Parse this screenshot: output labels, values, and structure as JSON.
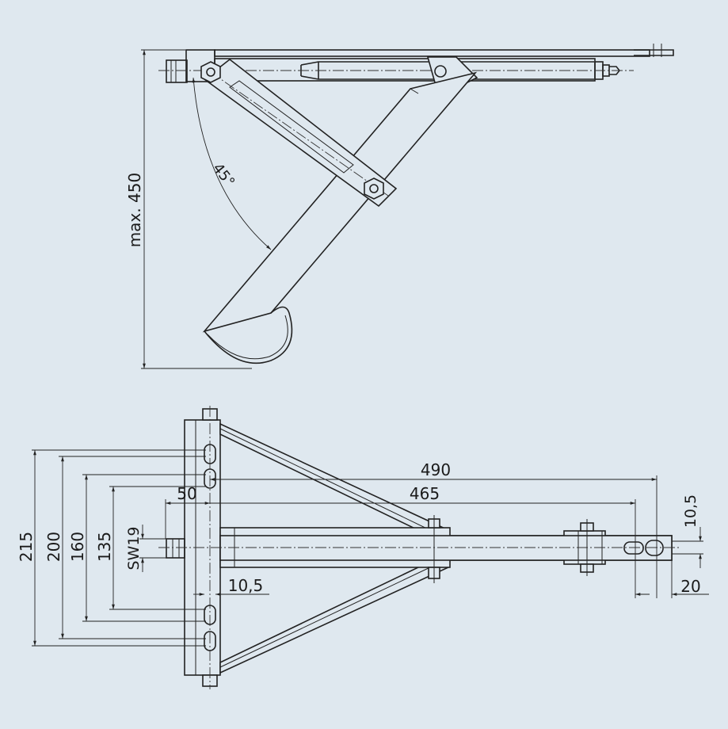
{
  "colors": {
    "background": "#dfe8ef",
    "line": "#222222"
  },
  "side_view": {
    "height_label": "max. 450",
    "angle_label": "45°"
  },
  "top_view": {
    "dims": {
      "d215": "215",
      "d200": "200",
      "d160": "160",
      "d135": "135",
      "sw19": "SW19",
      "d50": "50",
      "d490": "490",
      "d465": "465",
      "d10_5_vert": "10,5",
      "d20": "20",
      "d10_5_horiz": "10,5"
    }
  }
}
